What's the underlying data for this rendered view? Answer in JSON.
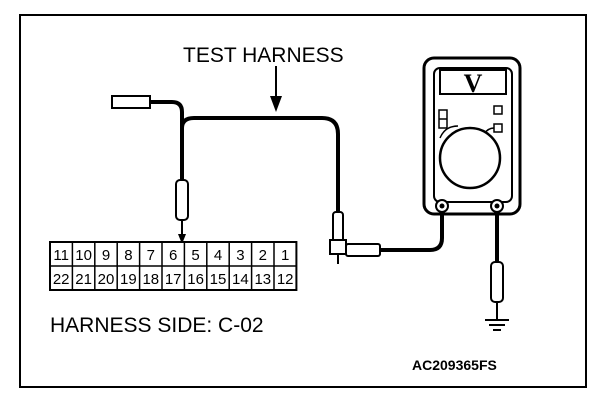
{
  "labels": {
    "test_harness": "TEST HARNESS",
    "harness_side": "HARNESS SIDE: C-02",
    "figure_code": "AC209365FS",
    "meter_symbol": "V"
  },
  "connector": {
    "top_row": [
      "11",
      "10",
      "9",
      "8",
      "7",
      "6",
      "5",
      "4",
      "3",
      "2",
      "1"
    ],
    "bottom_row": [
      "22",
      "21",
      "20",
      "19",
      "18",
      "17",
      "16",
      "15",
      "14",
      "13",
      "12"
    ],
    "probed_pin": "6"
  },
  "colors": {
    "line": "#000000",
    "background": "#ffffff"
  }
}
